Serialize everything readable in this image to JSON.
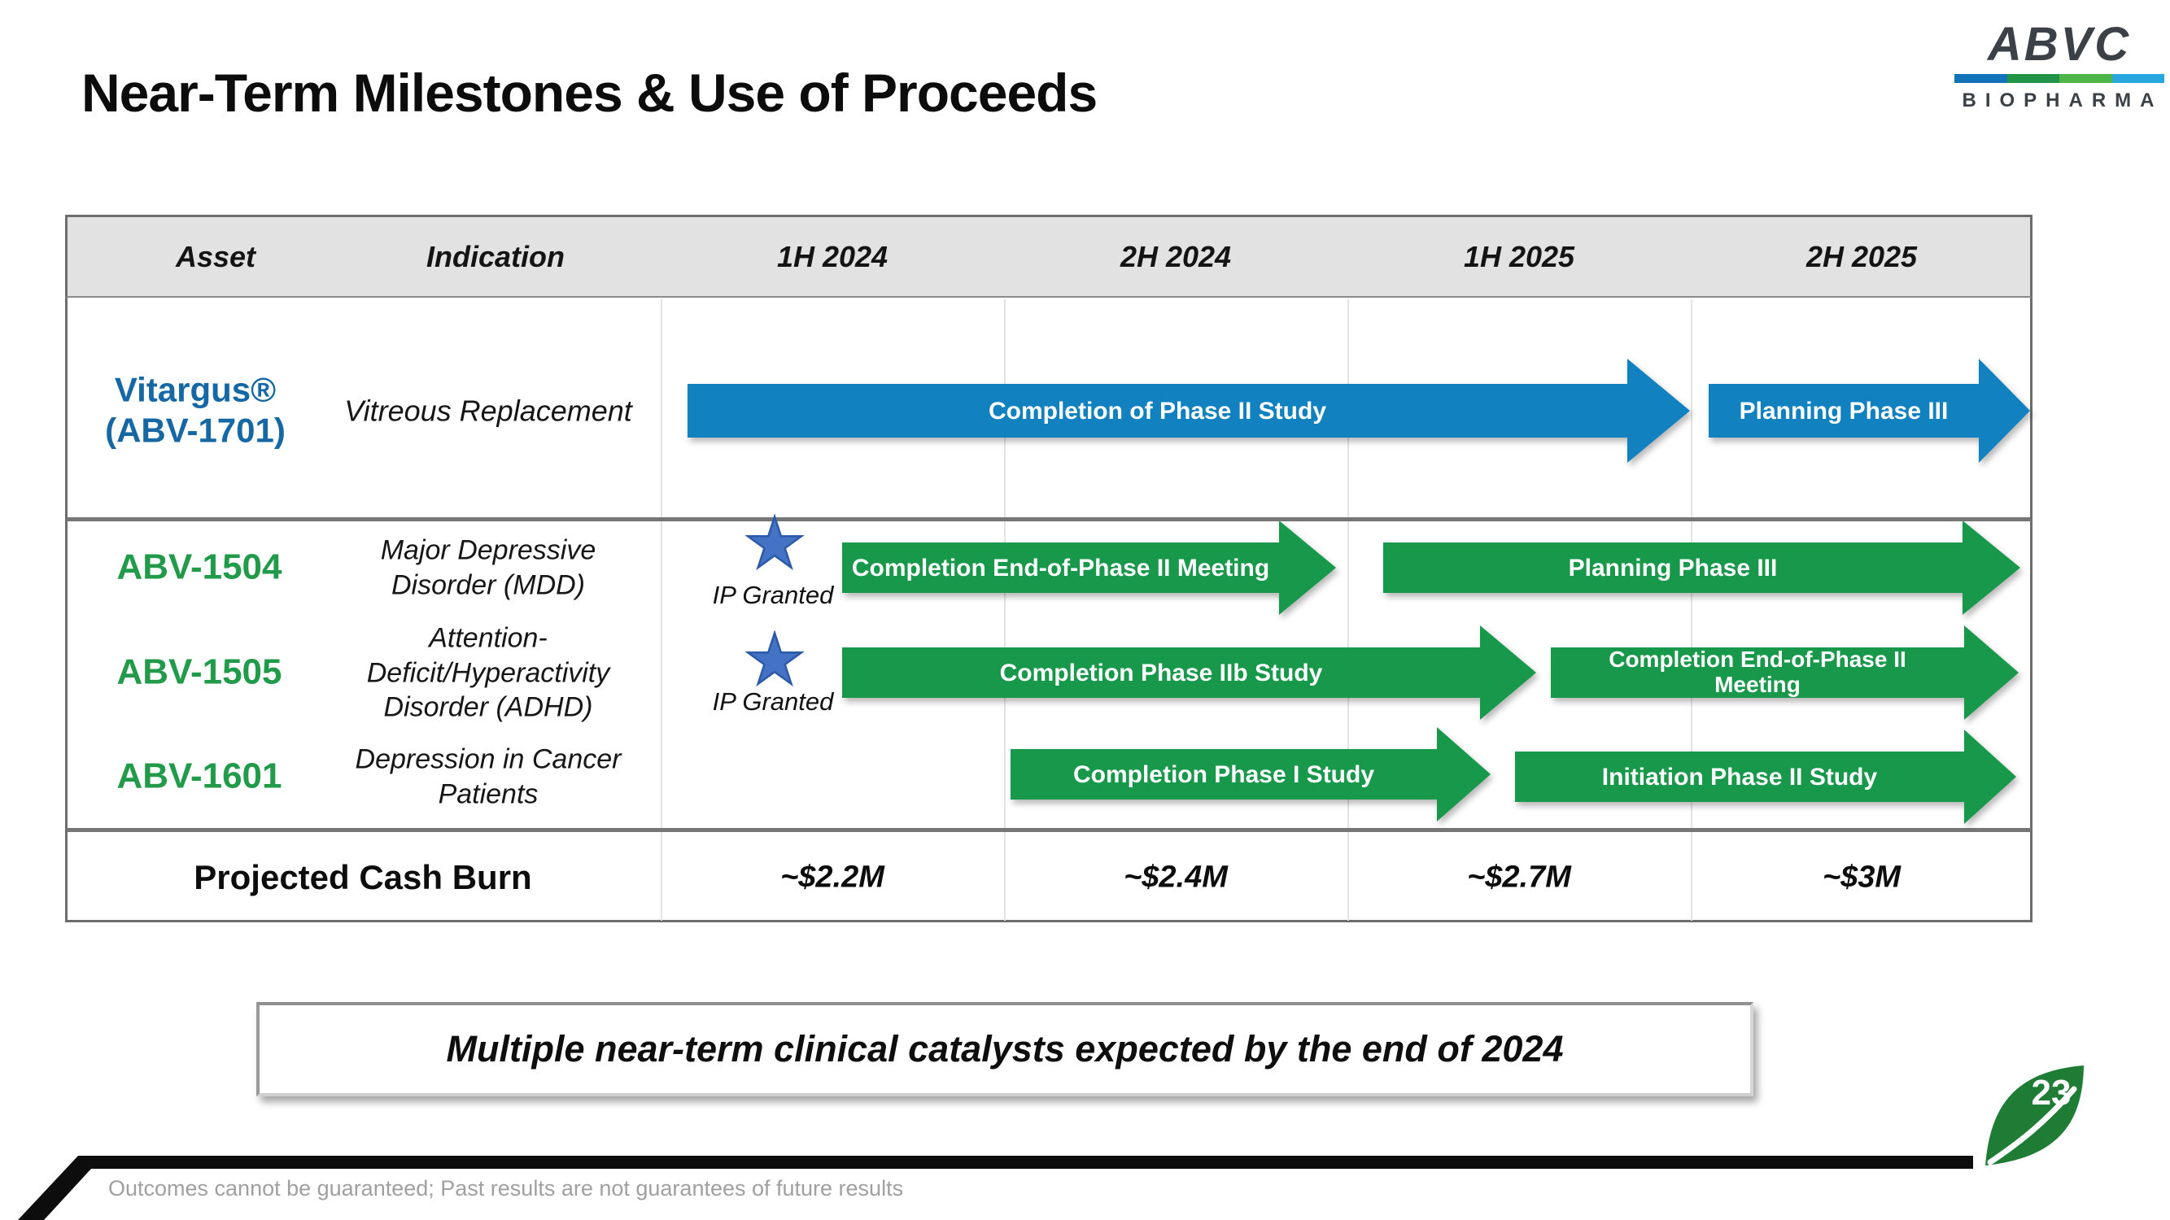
{
  "slide": {
    "title": "Near-Term Milestones & Use of Proceeds",
    "banner": "Multiple near-term clinical catalysts expected by the end of 2024",
    "footnote": "Outcomes cannot be guaranteed; Past results are not guarantees of future results",
    "page_number": "23"
  },
  "logo": {
    "name": "ABVC",
    "tagline": "BIOPHARMA",
    "bar_colors": [
      "#1273b9",
      "#219447",
      "#4eb648",
      "#27a7de"
    ]
  },
  "table": {
    "headers": [
      "Asset",
      "Indication",
      "1H 2024",
      "2H 2024",
      "1H 2025",
      "2H 2025"
    ],
    "rows": [
      {
        "asset_line1": "Vitargus®",
        "asset_line2": "(ABV-1701)",
        "indication_lines": [
          "Vitreous Replacement"
        ]
      },
      {
        "asset": "ABV-1504",
        "indication_lines": [
          "Major Depressive",
          "Disorder (MDD)"
        ],
        "note": "IP Granted"
      },
      {
        "asset": "ABV-1505",
        "indication_lines": [
          "Attention-",
          "Deficit/Hyperactivity",
          "Disorder (ADHD)"
        ],
        "note": "IP Granted"
      },
      {
        "asset": "ABV-1601",
        "indication_lines": [
          "Depression in Cancer",
          "Patients"
        ]
      }
    ],
    "cash_burn": {
      "label": "Projected Cash Burn",
      "values": [
        "~$2.2M",
        "~$2.4M",
        "~$2.7M",
        "~$3M"
      ]
    }
  },
  "milestones": [
    {
      "id": "vitargus-completion-phase2",
      "label": "Completion of Phase II Study"
    },
    {
      "id": "vitargus-planning-phase3",
      "label": "Planning Phase III"
    },
    {
      "id": "abv1504-eop2-meeting",
      "label": "Completion End-of-Phase II Meeting"
    },
    {
      "id": "abv1504-planning-phase3",
      "label": "Planning Phase III"
    },
    {
      "id": "abv1505-phase2b-study",
      "label": "Completion Phase IIb Study"
    },
    {
      "id": "abv1505-eop2-meeting",
      "label_line1": "Completion End-of-Phase II",
      "label_line2": "Meeting"
    },
    {
      "id": "abv1601-phase1-study",
      "label": "Completion Phase I Study"
    },
    {
      "id": "abv1601-initiation-phase2",
      "label": "Initiation Phase II Study"
    }
  ],
  "colors": {
    "arrow_blue": "#1181bf",
    "arrow_green": "#18984a",
    "asset_blue": "#1668a4",
    "asset_green": "#219a4a",
    "star_blue": "#4472c4",
    "leaf_green": "#1f7c35",
    "header_bg": "#e2e2e2"
  }
}
